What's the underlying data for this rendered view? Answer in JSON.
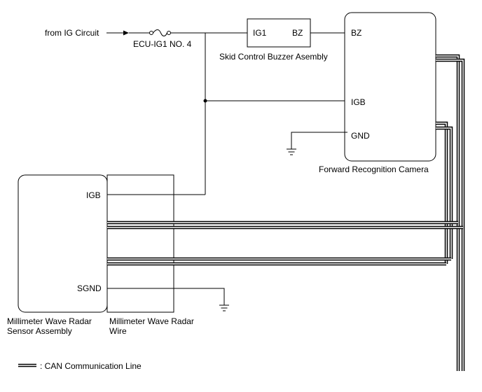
{
  "source": {
    "label": "from IG Circuit"
  },
  "fuse": {
    "label": "ECU-IG1 NO. 4"
  },
  "buzzer": {
    "name": "Skid Control Buzzer Asembly",
    "pin_ig1": "IG1",
    "pin_bz": "BZ"
  },
  "camera": {
    "name": "Forward Recognition Camera",
    "pin_bz": "BZ",
    "pin_igb": "IGB",
    "pin_gnd": "GND"
  },
  "radar_sensor": {
    "name_line1": "Millimeter Wave Radar",
    "name_line2": "Sensor Assembly",
    "pin_igb": "IGB",
    "pin_sgnd": "SGND"
  },
  "radar_wire": {
    "name_line1": "Millimeter Wave Radar",
    "name_line2": "Wire"
  },
  "legend": {
    "can_label": ": CAN Communication Line"
  },
  "colors": {
    "line": "#000000",
    "background": "#ffffff"
  }
}
